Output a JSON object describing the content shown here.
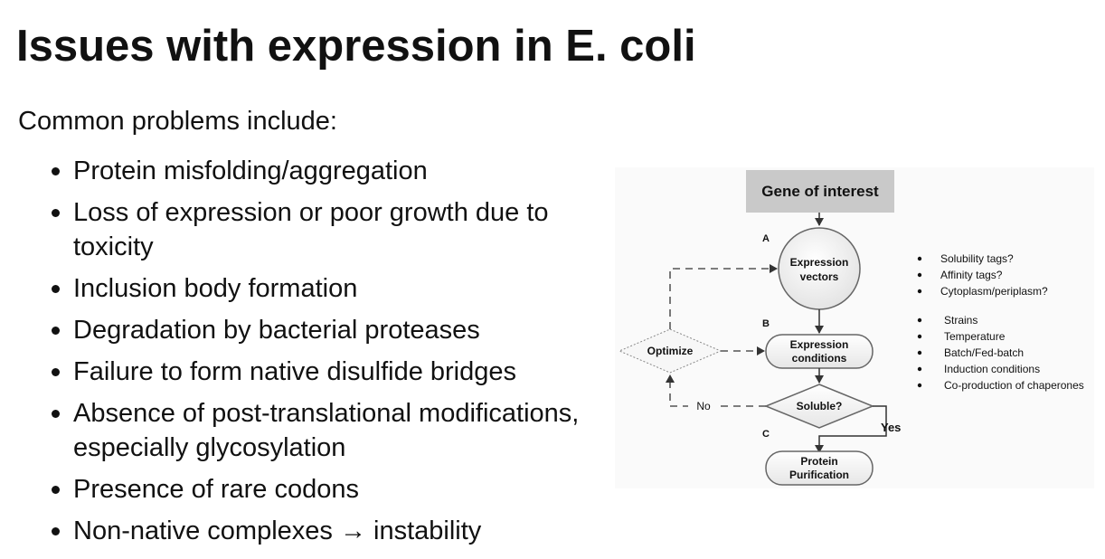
{
  "slide": {
    "title": "Issues with expression in E. coli",
    "intro": "Common problems include:",
    "bullets": [
      "Protein misfolding/aggregation",
      "Loss of expression or poor growth due to toxicity",
      "Inclusion body formation",
      "Degradation by bacterial proteases",
      "Failure to form native disulfide bridges",
      "Absence of post-translational modifications, especially glycosylation",
      "Presence of rare codons",
      "Non-native complexes → instability"
    ]
  },
  "diagram": {
    "gene_box": "Gene of interest",
    "step_a_letter": "A",
    "step_b_letter": "B",
    "step_c_letter": "C",
    "expression_vectors_line1": "Expression",
    "expression_vectors_line2": "vectors",
    "expression_conditions_line1": "Expression",
    "expression_conditions_line2": "conditions",
    "optimize": "Optimize",
    "soluble": "Soluble?",
    "no_label": "No",
    "yes_label": "Yes",
    "purification_line1": "Protein",
    "purification_line2": "Purification",
    "vector_notes": [
      "Solubility tags?",
      "Affinity tags?",
      "Cytoplasm/periplasm?"
    ],
    "condition_notes": [
      "Strains",
      "Temperature",
      "Batch/Fed-batch",
      "Induction conditions",
      "Co-production of chaperones"
    ]
  }
}
